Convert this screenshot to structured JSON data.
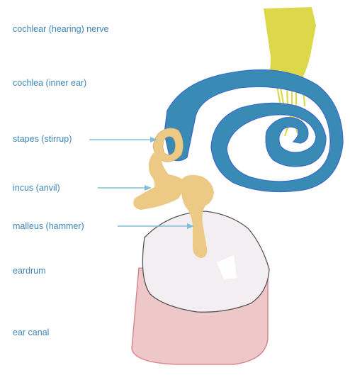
{
  "labels": {
    "nerve": "cochlear (hearing) nerve",
    "cochlea": "cochlea (inner ear)",
    "stapes": "stapes (stirrup)",
    "incus": "incus (anvil)",
    "malleus": "malleus (hammer)",
    "eardrum": "eardrum",
    "canal": "ear canal"
  },
  "colors": {
    "label_text": "#3f86b8",
    "arrow": "#7fc0d8",
    "nerve": "#dcd84a",
    "cochlea": "#3a8ab6",
    "cochlea_outline": "#3b6fc9",
    "bone": "#ecc985",
    "eardrum": "#f3eef1",
    "canal": "#eec7c9",
    "canal_outline": "#d7898f"
  }
}
